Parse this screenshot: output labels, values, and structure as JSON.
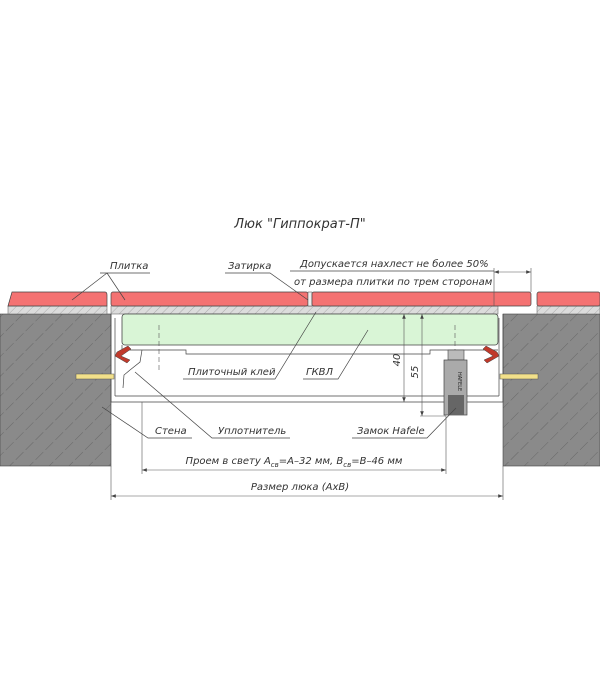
{
  "title": "Люк \"Гиппократ-П\"",
  "labels": {
    "tile": "Плитка",
    "grout": "Затирка",
    "overlap_note_line1": "Допускается нахлест не более 50%",
    "overlap_note_line2": "от размера плитки по трем сторонам",
    "tile_adhesive": "Плиточный клей",
    "gypsum_board": "ГКВЛ",
    "wall": "Стена",
    "seal": "Уплотнитель",
    "lock": "Замок Hafele",
    "lock_brand": "HAFELE"
  },
  "dimensions": {
    "depth_inner": "40",
    "depth_outer": "55",
    "opening_prefix": "Проем в свету A",
    "opening_sub1": "св",
    "opening_mid": "=A–32 мм, B",
    "opening_sub2": "св",
    "opening_suffix": "=B–46 мм",
    "hatch_size": "Размер люка (AxB)"
  },
  "colors": {
    "tile": "#f47272",
    "board": "#d9f5d6",
    "wall": "#8a8a8a",
    "adhesive": "#d6d6d6",
    "seal": "#c0392b",
    "screw": "#f2e08a"
  }
}
